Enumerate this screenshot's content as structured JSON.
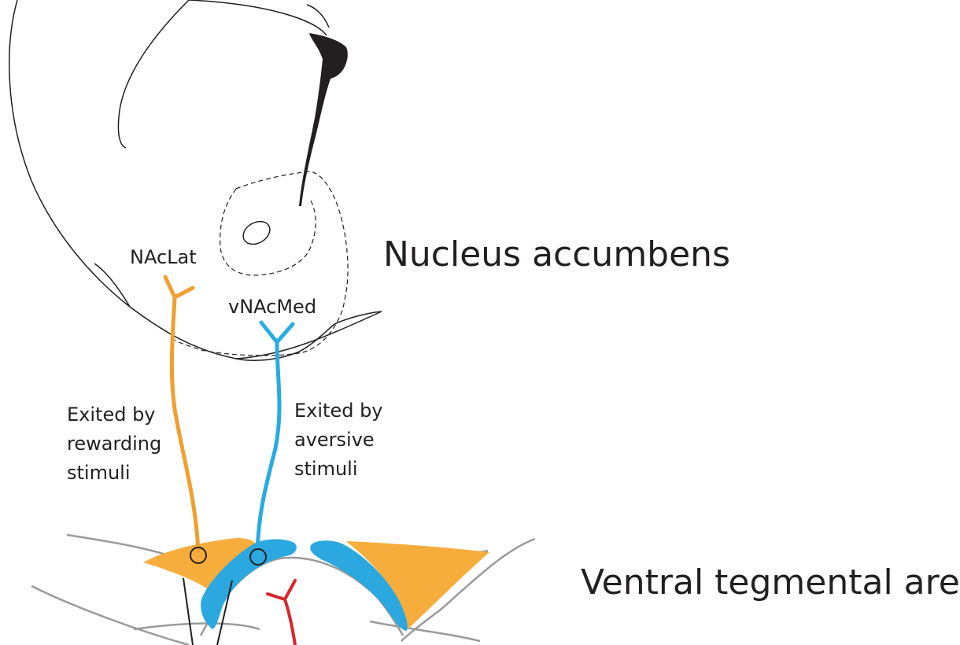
{
  "labels": {
    "nacl_lat": "NAcLat",
    "vnac_med": "vNAcMed",
    "nucleus_accumbens": "Nucleus accumbens",
    "ventral_tegmental_area": "Ventral tegmental area",
    "rewarding": [
      "Exited by",
      "rewarding",
      "stimuli"
    ],
    "aversive": [
      "Exited by",
      "aversive",
      "stimuli"
    ]
  },
  "colors": {
    "reward_pathway": "#f0a030",
    "aversive_pathway": "#29abe2",
    "red_neuron": "#d7262b",
    "outline": "#231f20",
    "vta_outline": "#9a9a9a",
    "orange_region": "#f7ad3c",
    "blue_region": "#2aa8df"
  }
}
